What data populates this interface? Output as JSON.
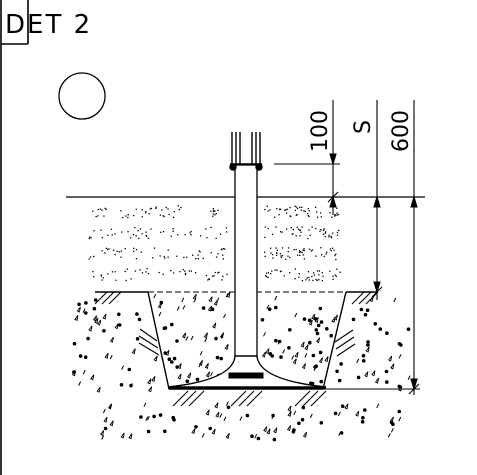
{
  "detail": {
    "title": "DET 2"
  },
  "dimensions": [
    {
      "label": "100"
    },
    {
      "label": "S"
    },
    {
      "label": "600"
    }
  ],
  "colors": {
    "line": "#000000",
    "background": "#ffffff"
  }
}
